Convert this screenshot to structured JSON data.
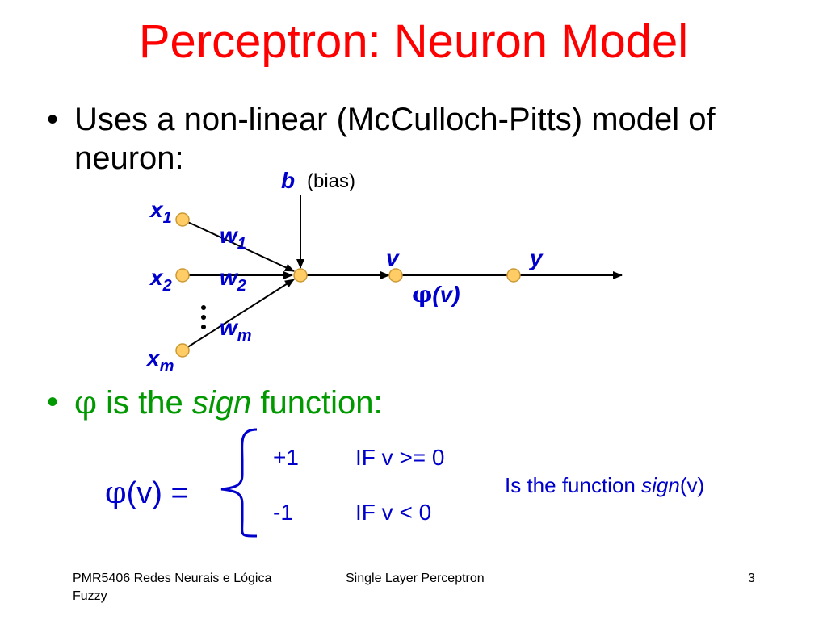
{
  "title": "Perceptron: Neuron Model",
  "bullet1": {
    "marker": "•",
    "text": "Uses a non-linear (McCulloch-Pitts) model of neuron:"
  },
  "diagram": {
    "bias_symbol": "b",
    "bias_text": "(bias)",
    "inputs": [
      {
        "name": "x",
        "sub": "1"
      },
      {
        "name": "x",
        "sub": "2"
      },
      {
        "name": "x",
        "sub": "m"
      }
    ],
    "weights": [
      {
        "name": "w",
        "sub": "1"
      },
      {
        "name": "w",
        "sub": "2"
      },
      {
        "name": "w",
        "sub": "m"
      }
    ],
    "v_label": "v",
    "y_label": "y",
    "phi": "φ",
    "phi_arg": "(v)"
  },
  "bullet2": {
    "marker": "•",
    "phi": "φ",
    "before": "is the",
    "italic": "sign",
    "after": "function:"
  },
  "equation": {
    "lhs_phi": "φ",
    "lhs_rest": "(v) =",
    "cases": [
      {
        "value": "+1",
        "condition": "IF v >= 0"
      },
      {
        "value": "-1",
        "condition": "IF v < 0"
      }
    ],
    "note_before": "Is the function",
    "note_italic": "sign",
    "note_after": "(v)"
  },
  "footer": {
    "left": "PMR5406 Redes Neurais e Lógica Fuzzy",
    "center": "Single Layer Perceptron",
    "page": "3"
  },
  "colors": {
    "title": "#ff0000",
    "diagram_labels": "#0000cc",
    "bullet2": "#009900",
    "node_fill": "#ffcc66",
    "node_stroke": "#cc9933"
  }
}
